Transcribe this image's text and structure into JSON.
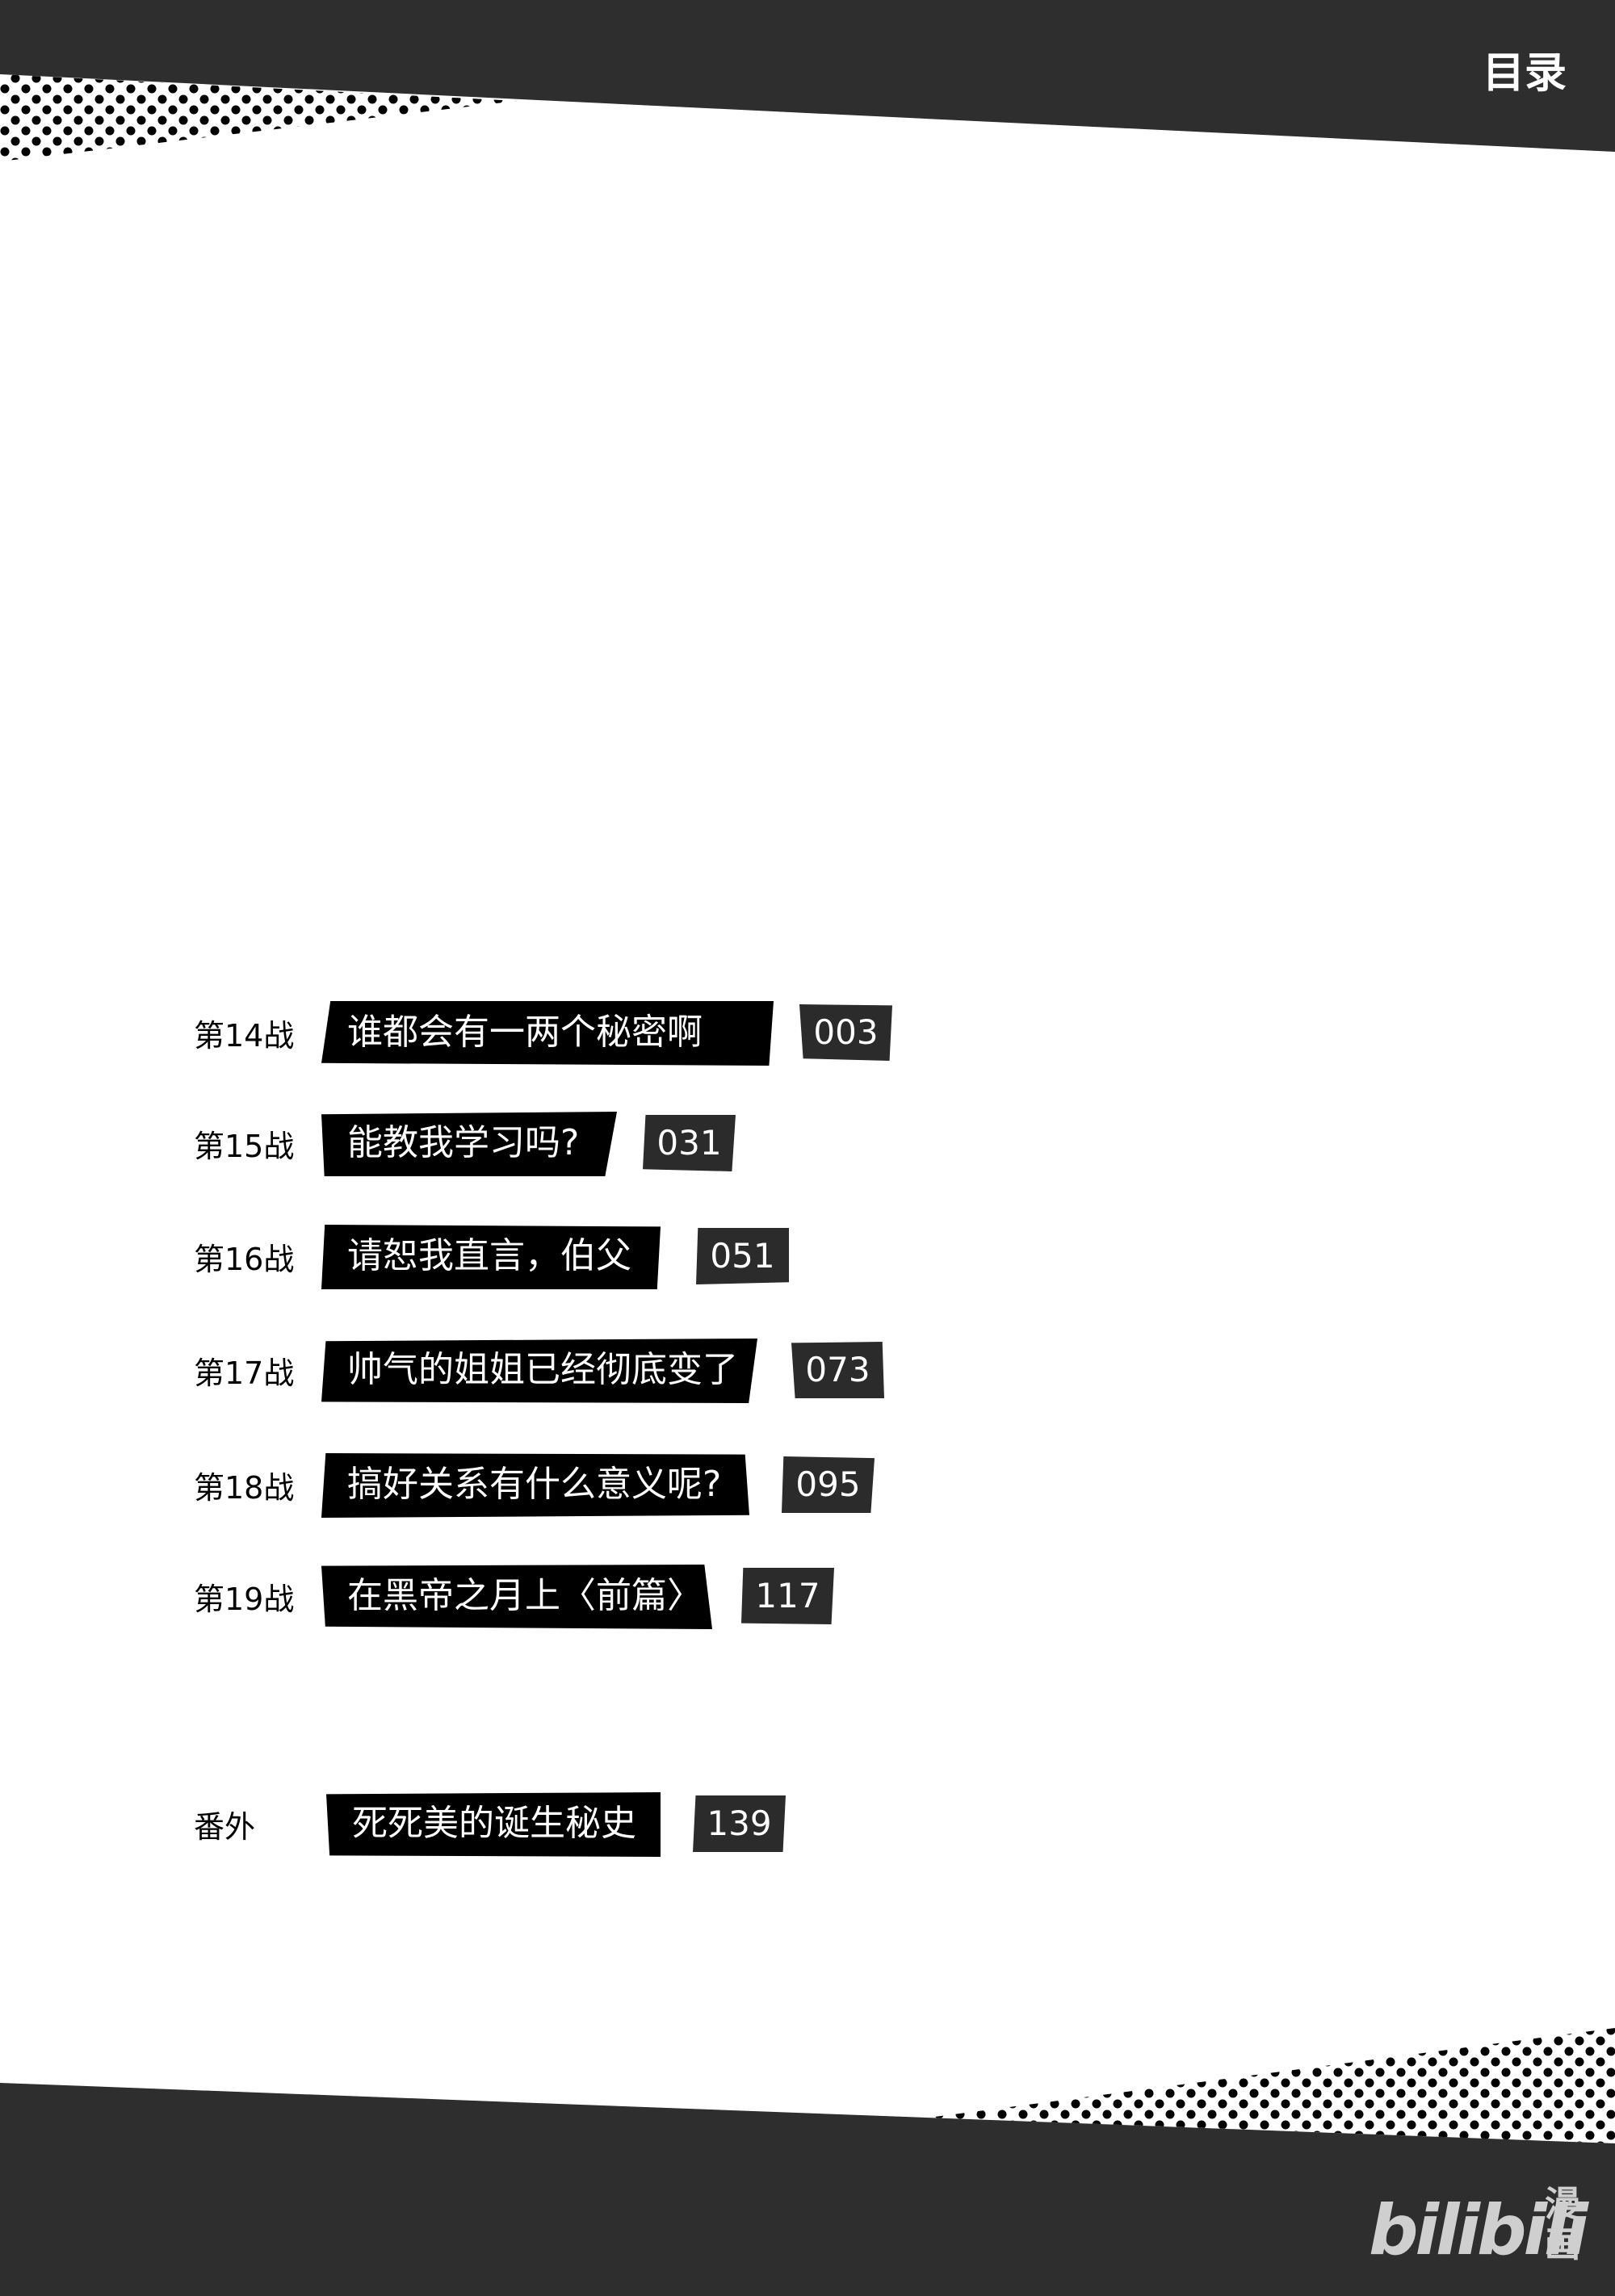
{
  "header": {
    "title": "目录"
  },
  "colors": {
    "band": "#2e2e2e",
    "tag": "#000000",
    "page_tag": "#2b2b2b",
    "dots": "#000000"
  },
  "toc": {
    "entries": [
      {
        "label": "第14战",
        "title": "谁都会有一两个秘密啊",
        "page": "003"
      },
      {
        "label": "第15战",
        "title": "能教我学习吗?",
        "page": "031"
      },
      {
        "label": "第16战",
        "title": "请恕我直言，伯父",
        "page": "051"
      },
      {
        "label": "第17战",
        "title": "帅气的姐姐已经彻底变了",
        "page": "073"
      },
      {
        "label": "第18战",
        "title": "搞好关系有什么意义呢?",
        "page": "095"
      },
      {
        "label": "第19战",
        "title": "在黑帝之月上〈前篇〉",
        "page": "117"
      },
      {
        "label": "番外",
        "title": "死死美的诞生秘史",
        "page": "139"
      }
    ]
  },
  "watermark": {
    "brand": "bilibili",
    "manga_char_1": "漫",
    "manga_char_2": "画"
  }
}
